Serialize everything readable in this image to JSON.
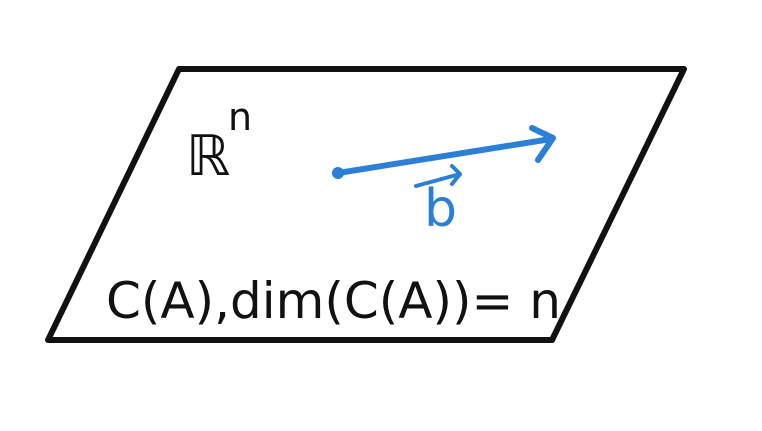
{
  "diagram": {
    "space_label": "ℝ",
    "space_superscript": "n",
    "vector_label": "b",
    "subspace_statement": "C(A),dim(C(A))= n"
  },
  "colors": {
    "ink": "#111111",
    "vector": "#2b7fd6",
    "background": "#ffffff"
  }
}
